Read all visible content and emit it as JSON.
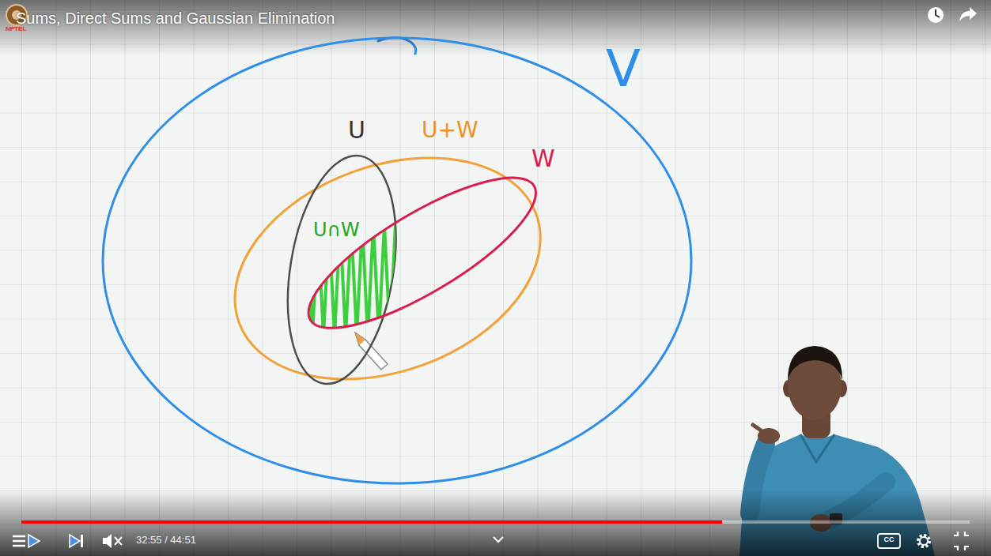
{
  "diagram": {
    "title": "Sums, Direct Sums and Gaussian Elimination",
    "nodes": [
      {
        "text": [
          "V"
        ]
      },
      {
        "text": [
          "U+W"
        ],
        "in": 0
      },
      {
        "text": [
          "U"
        ],
        "in": 1
      },
      {
        "text": [
          "W"
        ],
        "in": 1
      },
      {
        "text": [
          "U∩W"
        ],
        "in": 2
      }
    ],
    "labels": [
      "NPTEL",
      "32:55 / 44:51",
      "CC"
    ]
  }
}
